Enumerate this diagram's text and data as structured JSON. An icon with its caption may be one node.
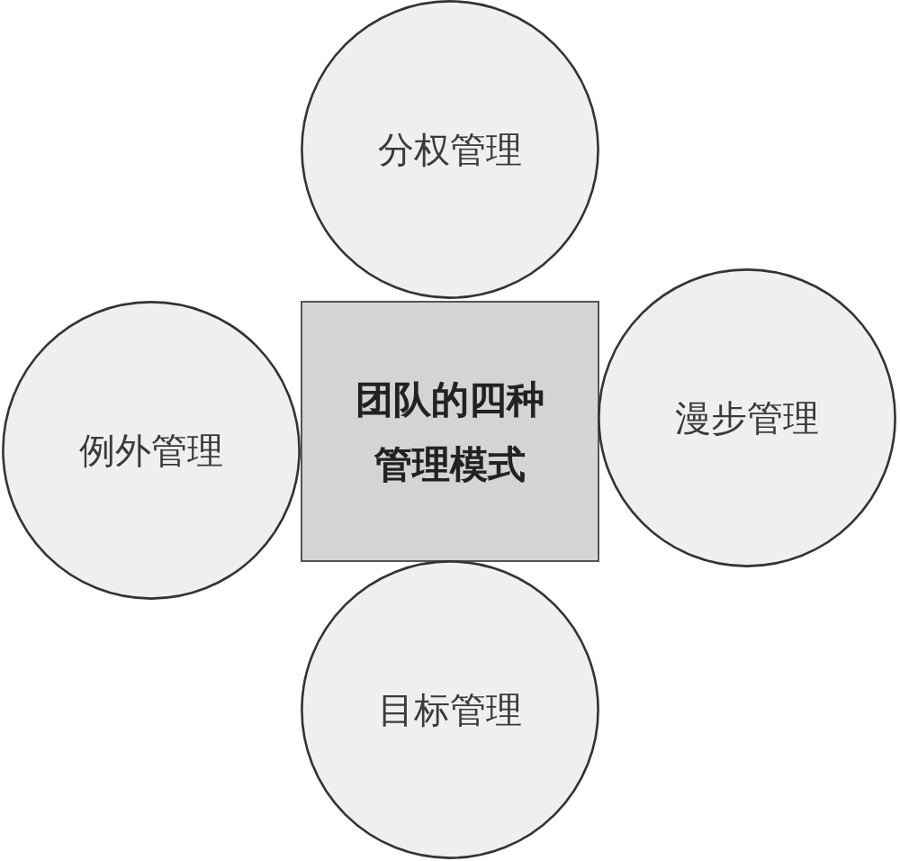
{
  "diagram": {
    "nodes": [
      {
        "text": [
          "分权管理"
        ]
      },
      {
        "text": [
          "例外管理"
        ]
      },
      {
        "text": [
          "团队的四种管理模式"
        ]
      },
      {
        "text": [
          "漫步管理"
        ]
      },
      {
        "text": [
          "目标管理"
        ]
      }
    ]
  }
}
